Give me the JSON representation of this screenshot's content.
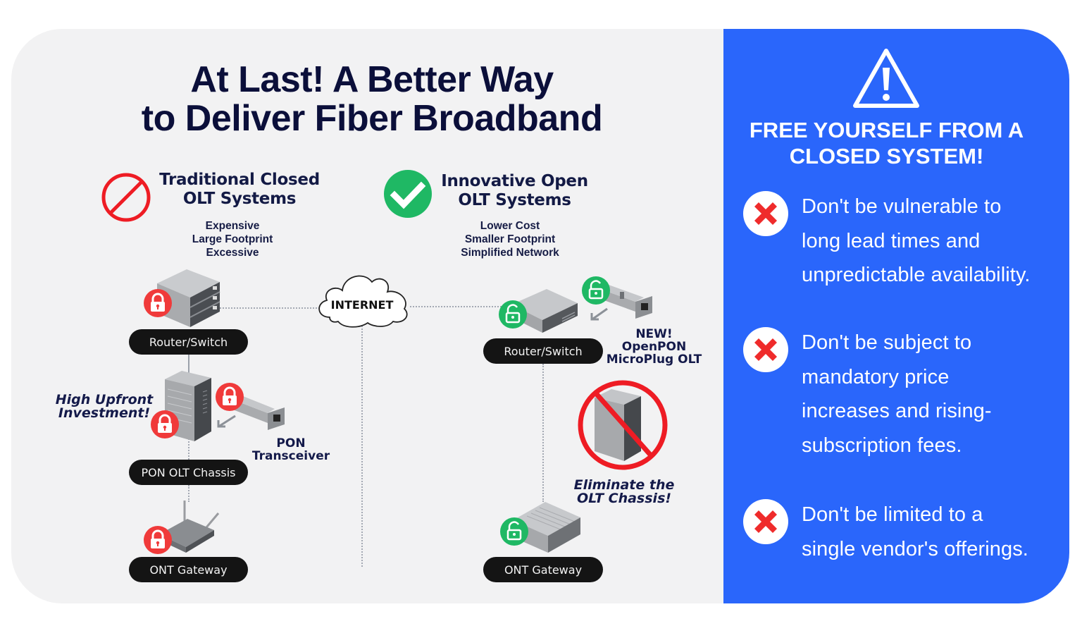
{
  "title": {
    "line1": "At Last! A Better Way",
    "line2": "to Deliver Fiber Broadband"
  },
  "traditional": {
    "heading_line1": "Traditional Closed",
    "heading_line2": "OLT Systems",
    "traits": [
      "Expensive",
      "Large Footprint",
      "Excessive"
    ],
    "icon": "prohibited-icon",
    "nodes": {
      "router": "Router/Switch",
      "chassis": "PON OLT Chassis",
      "gateway": "ONT Gateway"
    },
    "callout_line1": "High Upfront",
    "callout_line2": "Investment!",
    "transceiver_label": "PON Transceiver",
    "lock_state": "locked",
    "lock_color": "#f03a3a"
  },
  "innovative": {
    "heading_line1": "Innovative Open",
    "heading_line2": "OLT Systems",
    "traits": [
      "Lower Cost",
      "Smaller Footprint",
      "Simplified Network"
    ],
    "icon": "checkmark-icon",
    "nodes": {
      "router": "Router/Switch",
      "gateway": "ONT Gateway"
    },
    "microplug_line1": "NEW! OpenPON",
    "microplug_line2": "MicroPlug OLT",
    "eliminate_line1": "Eliminate the",
    "eliminate_line2": "OLT Chassis!",
    "lock_state": "unlocked",
    "lock_color": "#1fb864"
  },
  "internet_label": "INTERNET",
  "right_panel": {
    "icon": "warning-icon",
    "title_line1": "FREE YOURSELF FROM A",
    "title_line2": "CLOSED SYSTEM!",
    "items": [
      {
        "icon": "x-icon",
        "lines": [
          "Don't be vulnerable to",
          "long lead times and",
          "unpredictable availability."
        ]
      },
      {
        "icon": "x-icon",
        "lines": [
          "Don't be subject to",
          "mandatory price",
          "increases and rising-",
          "subscription fees."
        ]
      },
      {
        "icon": "x-icon",
        "lines": [
          "Don't be limited to a",
          "single vendor's offerings."
        ]
      }
    ]
  },
  "colors": {
    "panel_bg": "#f2f2f3",
    "accent_blue": "#2a66fb",
    "title_navy": "#0b0f3a",
    "danger_red": "#ee1c24",
    "success_green": "#1fb864",
    "pill_bg": "#141414"
  }
}
